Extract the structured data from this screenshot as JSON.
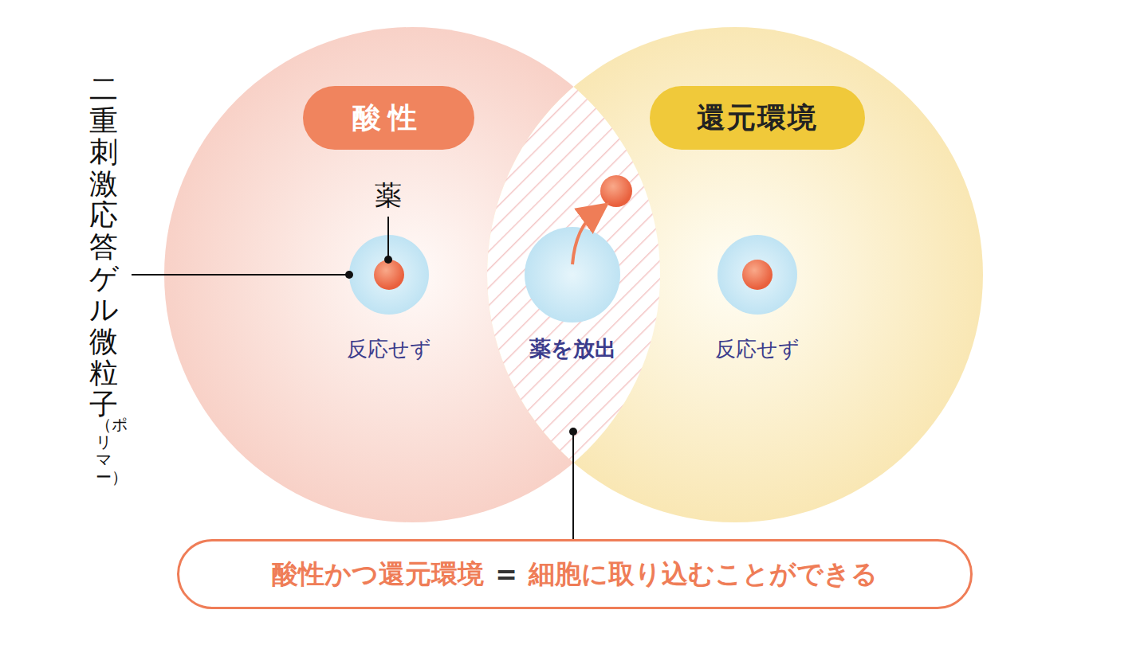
{
  "diagram": {
    "nodes": [
      {
        "text": [
          "酸性"
        ]
      },
      {
        "text": [
          "還元環境"
        ]
      },
      {
        "text": [
          "酸性かつ還元環境",
          "=",
          "細胞に取り込むことができる"
        ]
      }
    ],
    "labels": [
      "薬",
      "反応せず",
      "薬を放出",
      "反応せず",
      "二重刺激応答ゲル微粒子",
      "（ポリマー）"
    ]
  }
}
